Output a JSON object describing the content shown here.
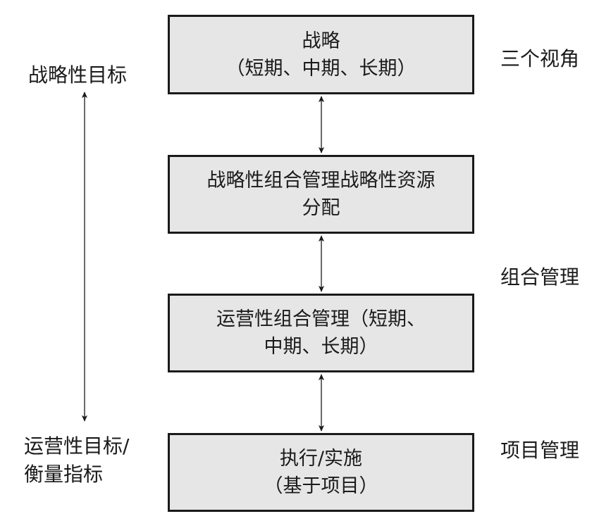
{
  "boxes": [
    {
      "line1": "战略",
      "line2": "（短期、中期、长期）"
    },
    {
      "line1": "战略性组合管理战略性资源",
      "line2": "分配"
    },
    {
      "line1": "运营性组合管理（短期、",
      "line2": "中期、长期）"
    },
    {
      "line1": "执行/实施",
      "line2": "（基于项目）"
    }
  ],
  "left_labels": {
    "top": "战略性目标",
    "bottom_line1": "运营性目标/",
    "bottom_line2": "衡量指标"
  },
  "right_labels": {
    "views": "三个视角",
    "portfolio": "组合管理",
    "project": "项目管理"
  },
  "colors": {
    "box_fill": "#e6e6e6",
    "stroke": "#1a1a1a"
  }
}
